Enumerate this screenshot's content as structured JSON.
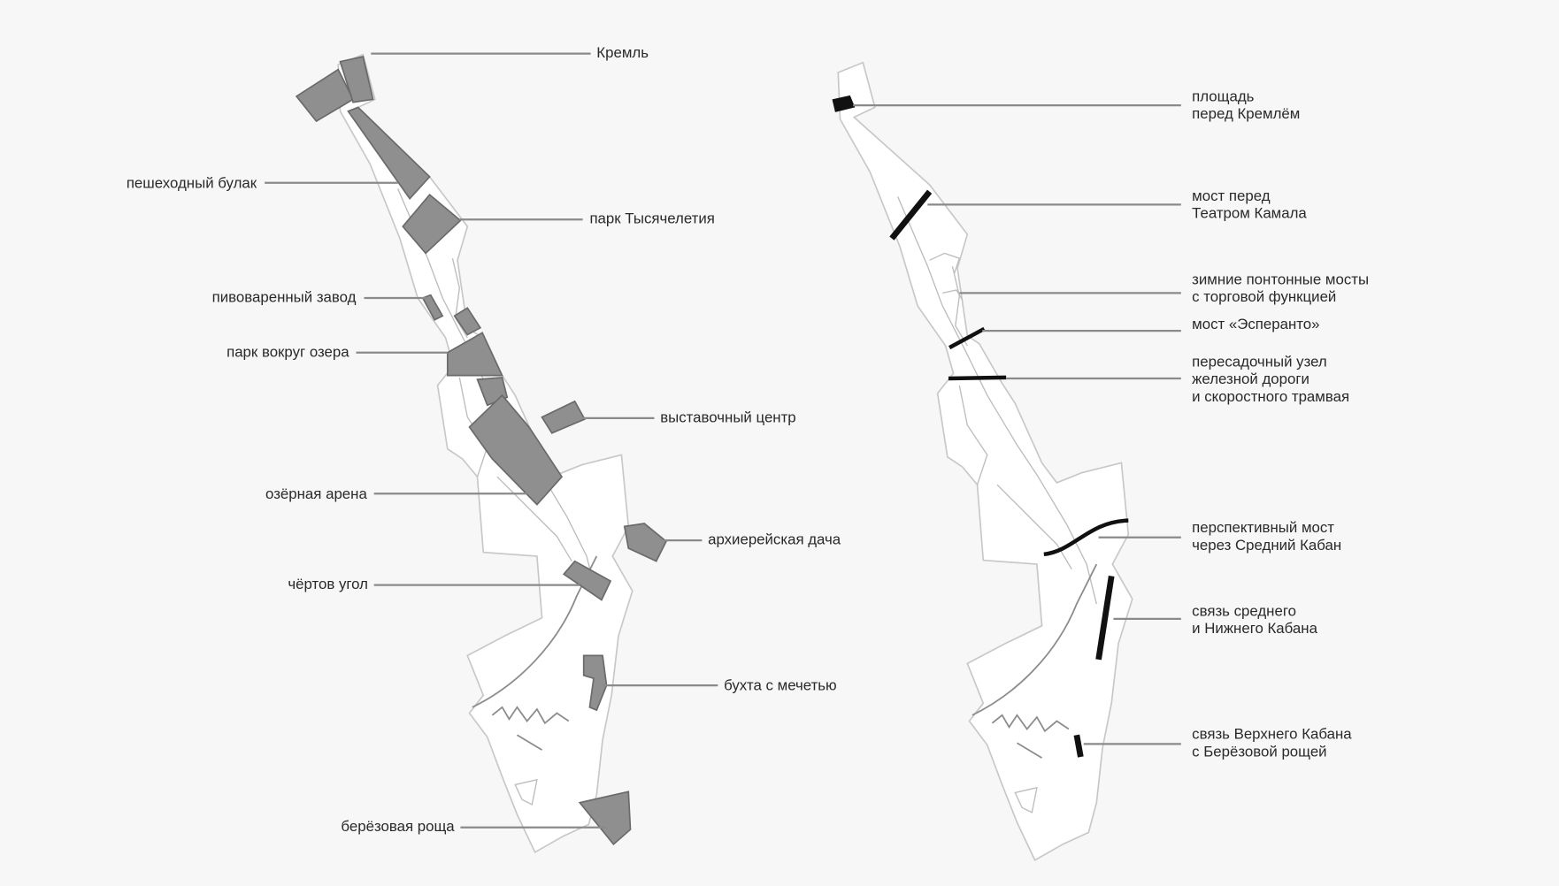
{
  "left_map": {
    "labels": [
      "Кремль",
      "пешеходный булак",
      "парк Тысячелетия",
      "пивоваренный завод",
      "парк вокруг озера",
      "выставочный центр",
      "озёрная арена",
      "архиерейская дача",
      "чёртов угол",
      "бухта с мечетью",
      "берёзовая роща"
    ]
  },
  "right_map": {
    "labels": [
      [
        "площадь",
        "перед Кремлём"
      ],
      [
        "мост перед",
        "Театром Камала"
      ],
      [
        "зимние понтонные мосты",
        "с торговой функцией"
      ],
      [
        "мост «Эсперанто»"
      ],
      [
        "пересадочный узел",
        "железной дороги",
        "и скоростного трамвая"
      ],
      [
        "перспективный мост",
        "через Средний Кабан"
      ],
      [
        "связь среднего",
        "и Нижнего Кабана"
      ],
      [
        "связь Верхнего Кабана",
        "с Берёзовой рощей"
      ]
    ]
  },
  "colors": {
    "zone_fill": "#8f8f8f",
    "bridge": "#111111",
    "background": "#f7f7f7"
  }
}
